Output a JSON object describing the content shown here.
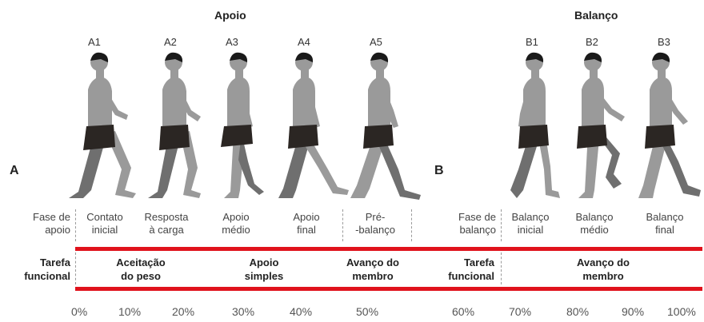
{
  "headings": {
    "stance": "Apoio",
    "swing": "Balanço"
  },
  "panel_letters": {
    "a": "A",
    "b": "B"
  },
  "figure_codes": [
    "A1",
    "A2",
    "A3",
    "A4",
    "A5",
    "B1",
    "B2",
    "B3"
  ],
  "stance": {
    "row_label": "Fase de\napoio",
    "phases": [
      "Contato\ninicial",
      "Resposta\nà carga",
      "Apoio\nmédio",
      "Apoio\nfinal",
      "Pré-\n-balanço"
    ],
    "task_label": "Tarefa\nfuncional",
    "tasks": [
      "Aceitação\ndo peso",
      "Apoio\nsimples",
      "Avanço do\nmembro"
    ]
  },
  "swing": {
    "row_label": "Fase de\nbalanço",
    "phases": [
      "Balanço\ninicial",
      "Balanço\nmédio",
      "Balanço\nfinal"
    ],
    "task_label": "Tarefa\nfuncional",
    "tasks": [
      "Avanço do\nmembro"
    ]
  },
  "percentages": [
    "0%",
    "10%",
    "20%",
    "30%",
    "40%",
    "50%",
    "60%",
    "70%",
    "80%",
    "90%",
    "100%"
  ],
  "colors": {
    "red_band": "#e0121c",
    "skin": "#9a9a9a",
    "skin_dark": "#6f6f6f",
    "shorts": "#2b2623",
    "hair": "#1a1a1a"
  }
}
